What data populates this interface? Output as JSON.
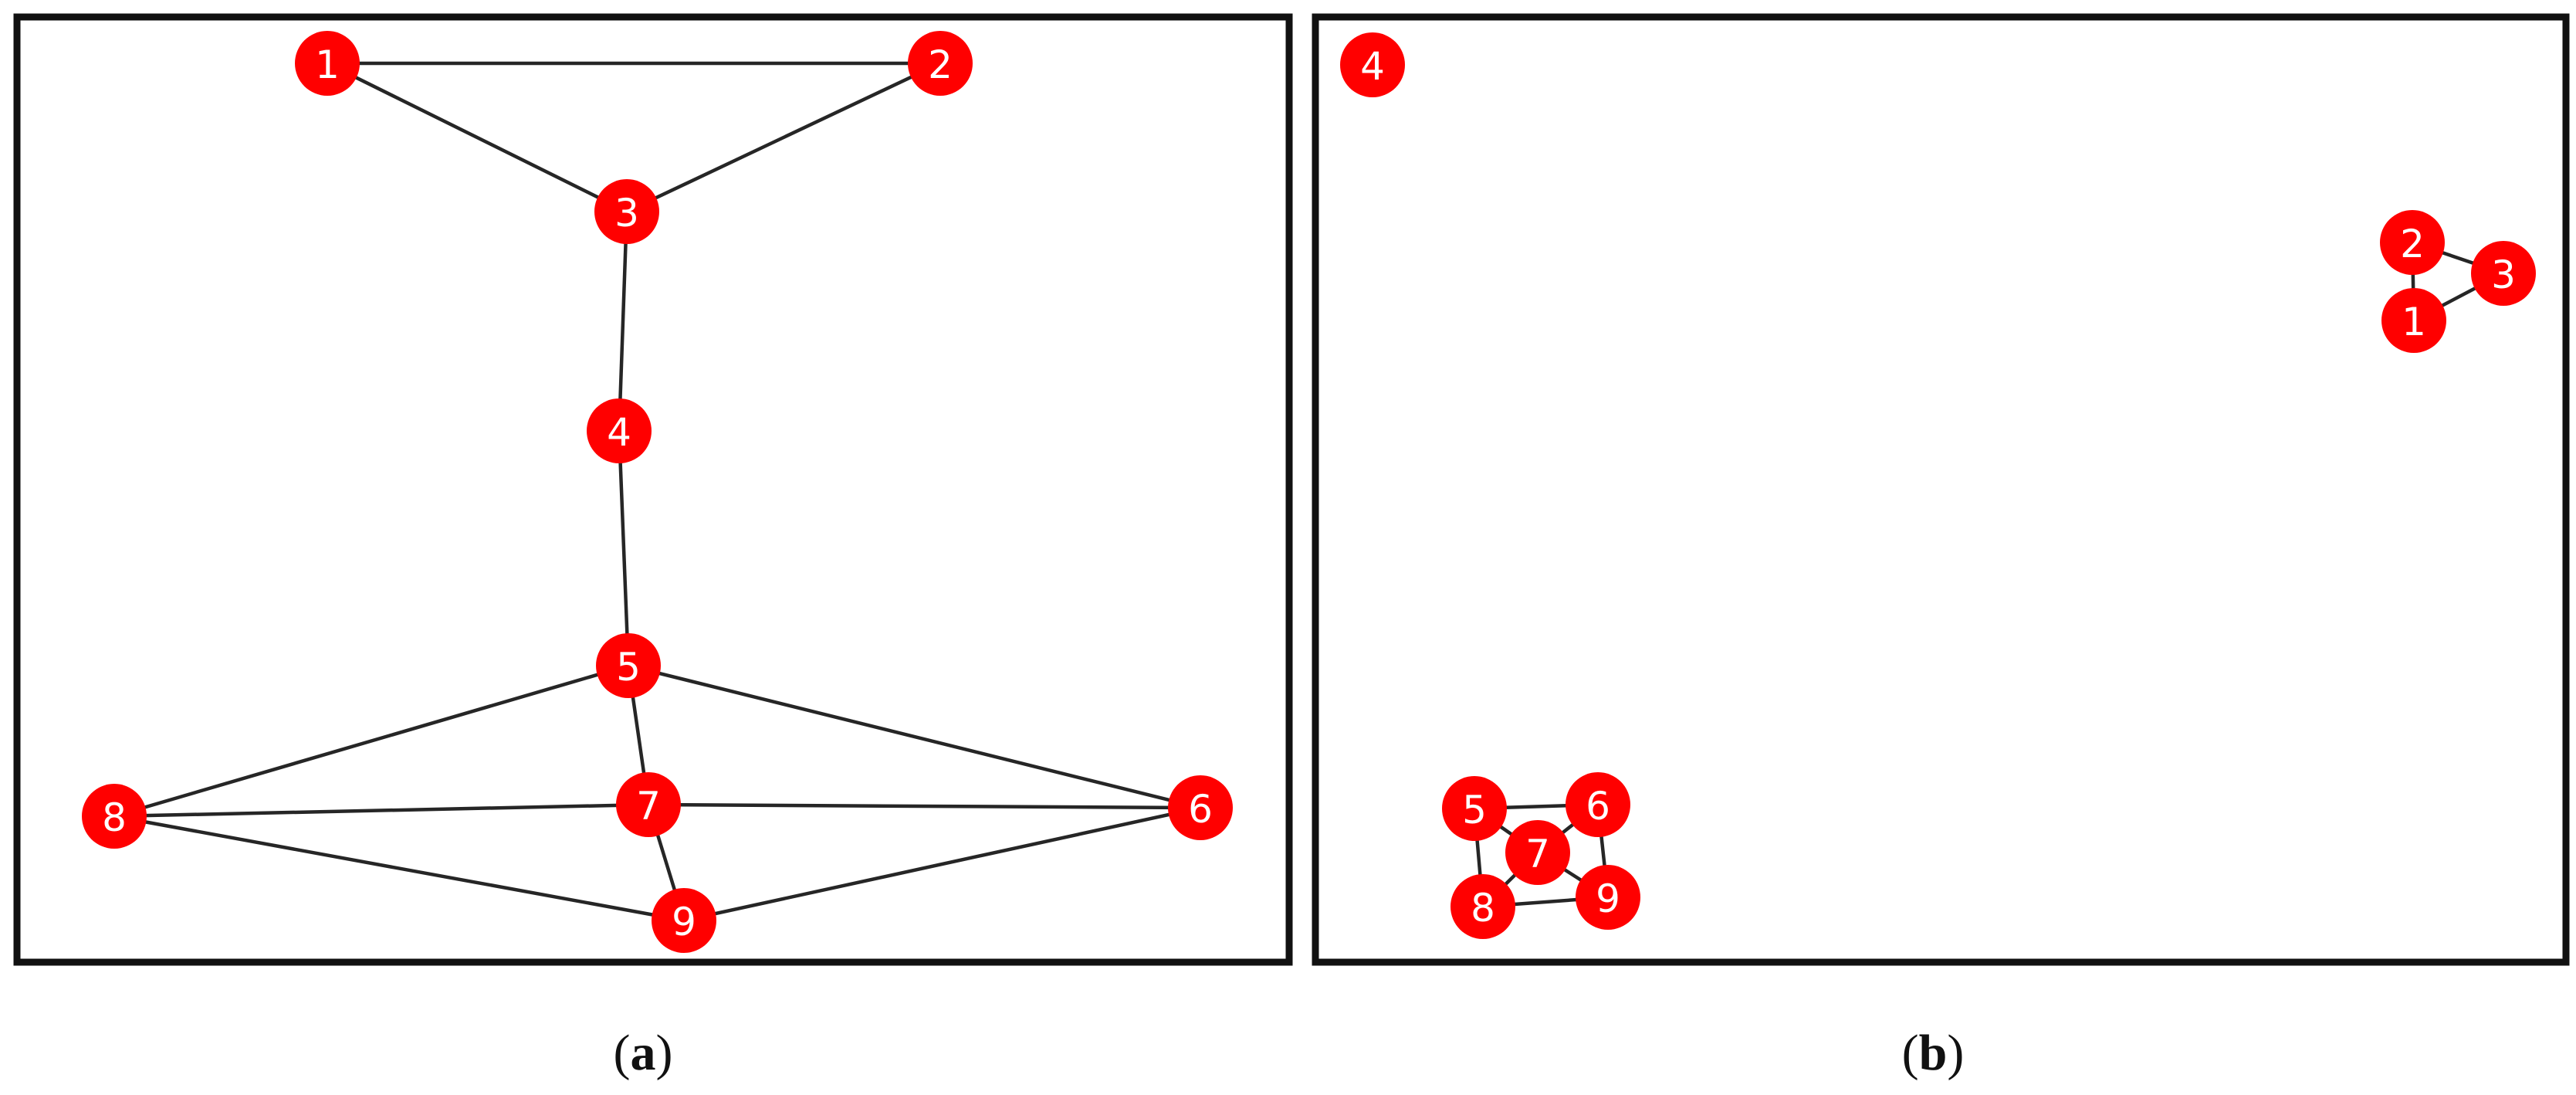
{
  "figure": {
    "panels": [
      {
        "id": "a",
        "caption": {
          "open": "(",
          "letter": "a",
          "close": ")"
        },
        "nodes": [
          "1",
          "2",
          "3",
          "4",
          "5",
          "6",
          "7",
          "8",
          "9"
        ],
        "edges": [
          [
            "1",
            "2"
          ],
          [
            "1",
            "3"
          ],
          [
            "2",
            "3"
          ],
          [
            "3",
            "4"
          ],
          [
            "4",
            "5"
          ],
          [
            "5",
            "8"
          ],
          [
            "5",
            "7"
          ],
          [
            "5",
            "6"
          ],
          [
            "8",
            "7"
          ],
          [
            "7",
            "6"
          ],
          [
            "8",
            "9"
          ],
          [
            "7",
            "9"
          ],
          [
            "9",
            "6"
          ]
        ]
      },
      {
        "id": "b",
        "caption": {
          "open": "(",
          "letter": "b",
          "close": ")"
        },
        "nodes": [
          "1",
          "2",
          "3",
          "4",
          "5",
          "6",
          "7",
          "8",
          "9"
        ],
        "edges": [
          [
            "1",
            "2"
          ],
          [
            "2",
            "3"
          ],
          [
            "1",
            "3"
          ],
          [
            "5",
            "6"
          ],
          [
            "5",
            "8"
          ],
          [
            "6",
            "9"
          ],
          [
            "8",
            "9"
          ],
          [
            "5",
            "7"
          ],
          [
            "6",
            "7"
          ],
          [
            "7",
            "8"
          ],
          [
            "7",
            "9"
          ]
        ]
      }
    ],
    "colors": {
      "node": "#ff0000",
      "label": "#ffffff",
      "edge": "#262626",
      "frame": "#111111"
    }
  }
}
